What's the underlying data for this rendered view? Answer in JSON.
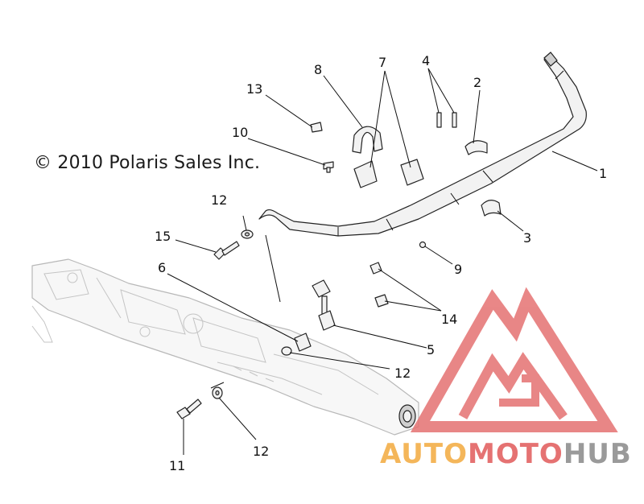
{
  "copyright": "© 2010 Polaris Sales Inc.",
  "callouts": {
    "c1": "1",
    "c2": "2",
    "c3": "3",
    "c4": "4",
    "c5": "5",
    "c6": "6",
    "c7": "7",
    "c8": "8",
    "c9": "9",
    "c10": "10",
    "c11": "11",
    "c12a": "12",
    "c12b": "12",
    "c12c": "12",
    "c13": "13",
    "c14": "14",
    "c15": "15"
  },
  "watermark": {
    "part1": "AUTO",
    "part2": "MOTO",
    "part3": "HUB"
  },
  "colors": {
    "watermark_red": "#e57272",
    "watermark_orange": "#f4b65a",
    "watermark_gray": "#9a9a9a"
  }
}
